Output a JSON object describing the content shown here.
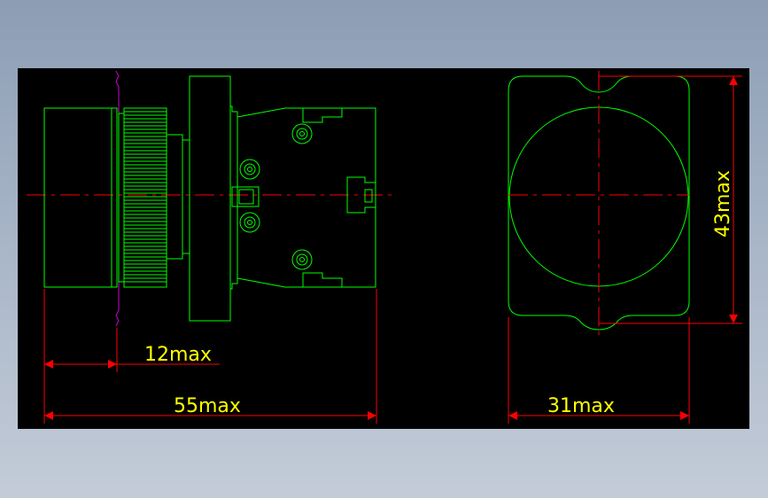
{
  "colors": {
    "background": "#000000",
    "outline": "#00ff00",
    "centerline": "#ff0000",
    "dimension": "#ff0000",
    "dimension_text": "#ffff00",
    "panel_line": "#cc00cc"
  },
  "dimensions": {
    "bezel_depth": "12max",
    "overall_length": "55max",
    "width": "31max",
    "height": "43max"
  }
}
